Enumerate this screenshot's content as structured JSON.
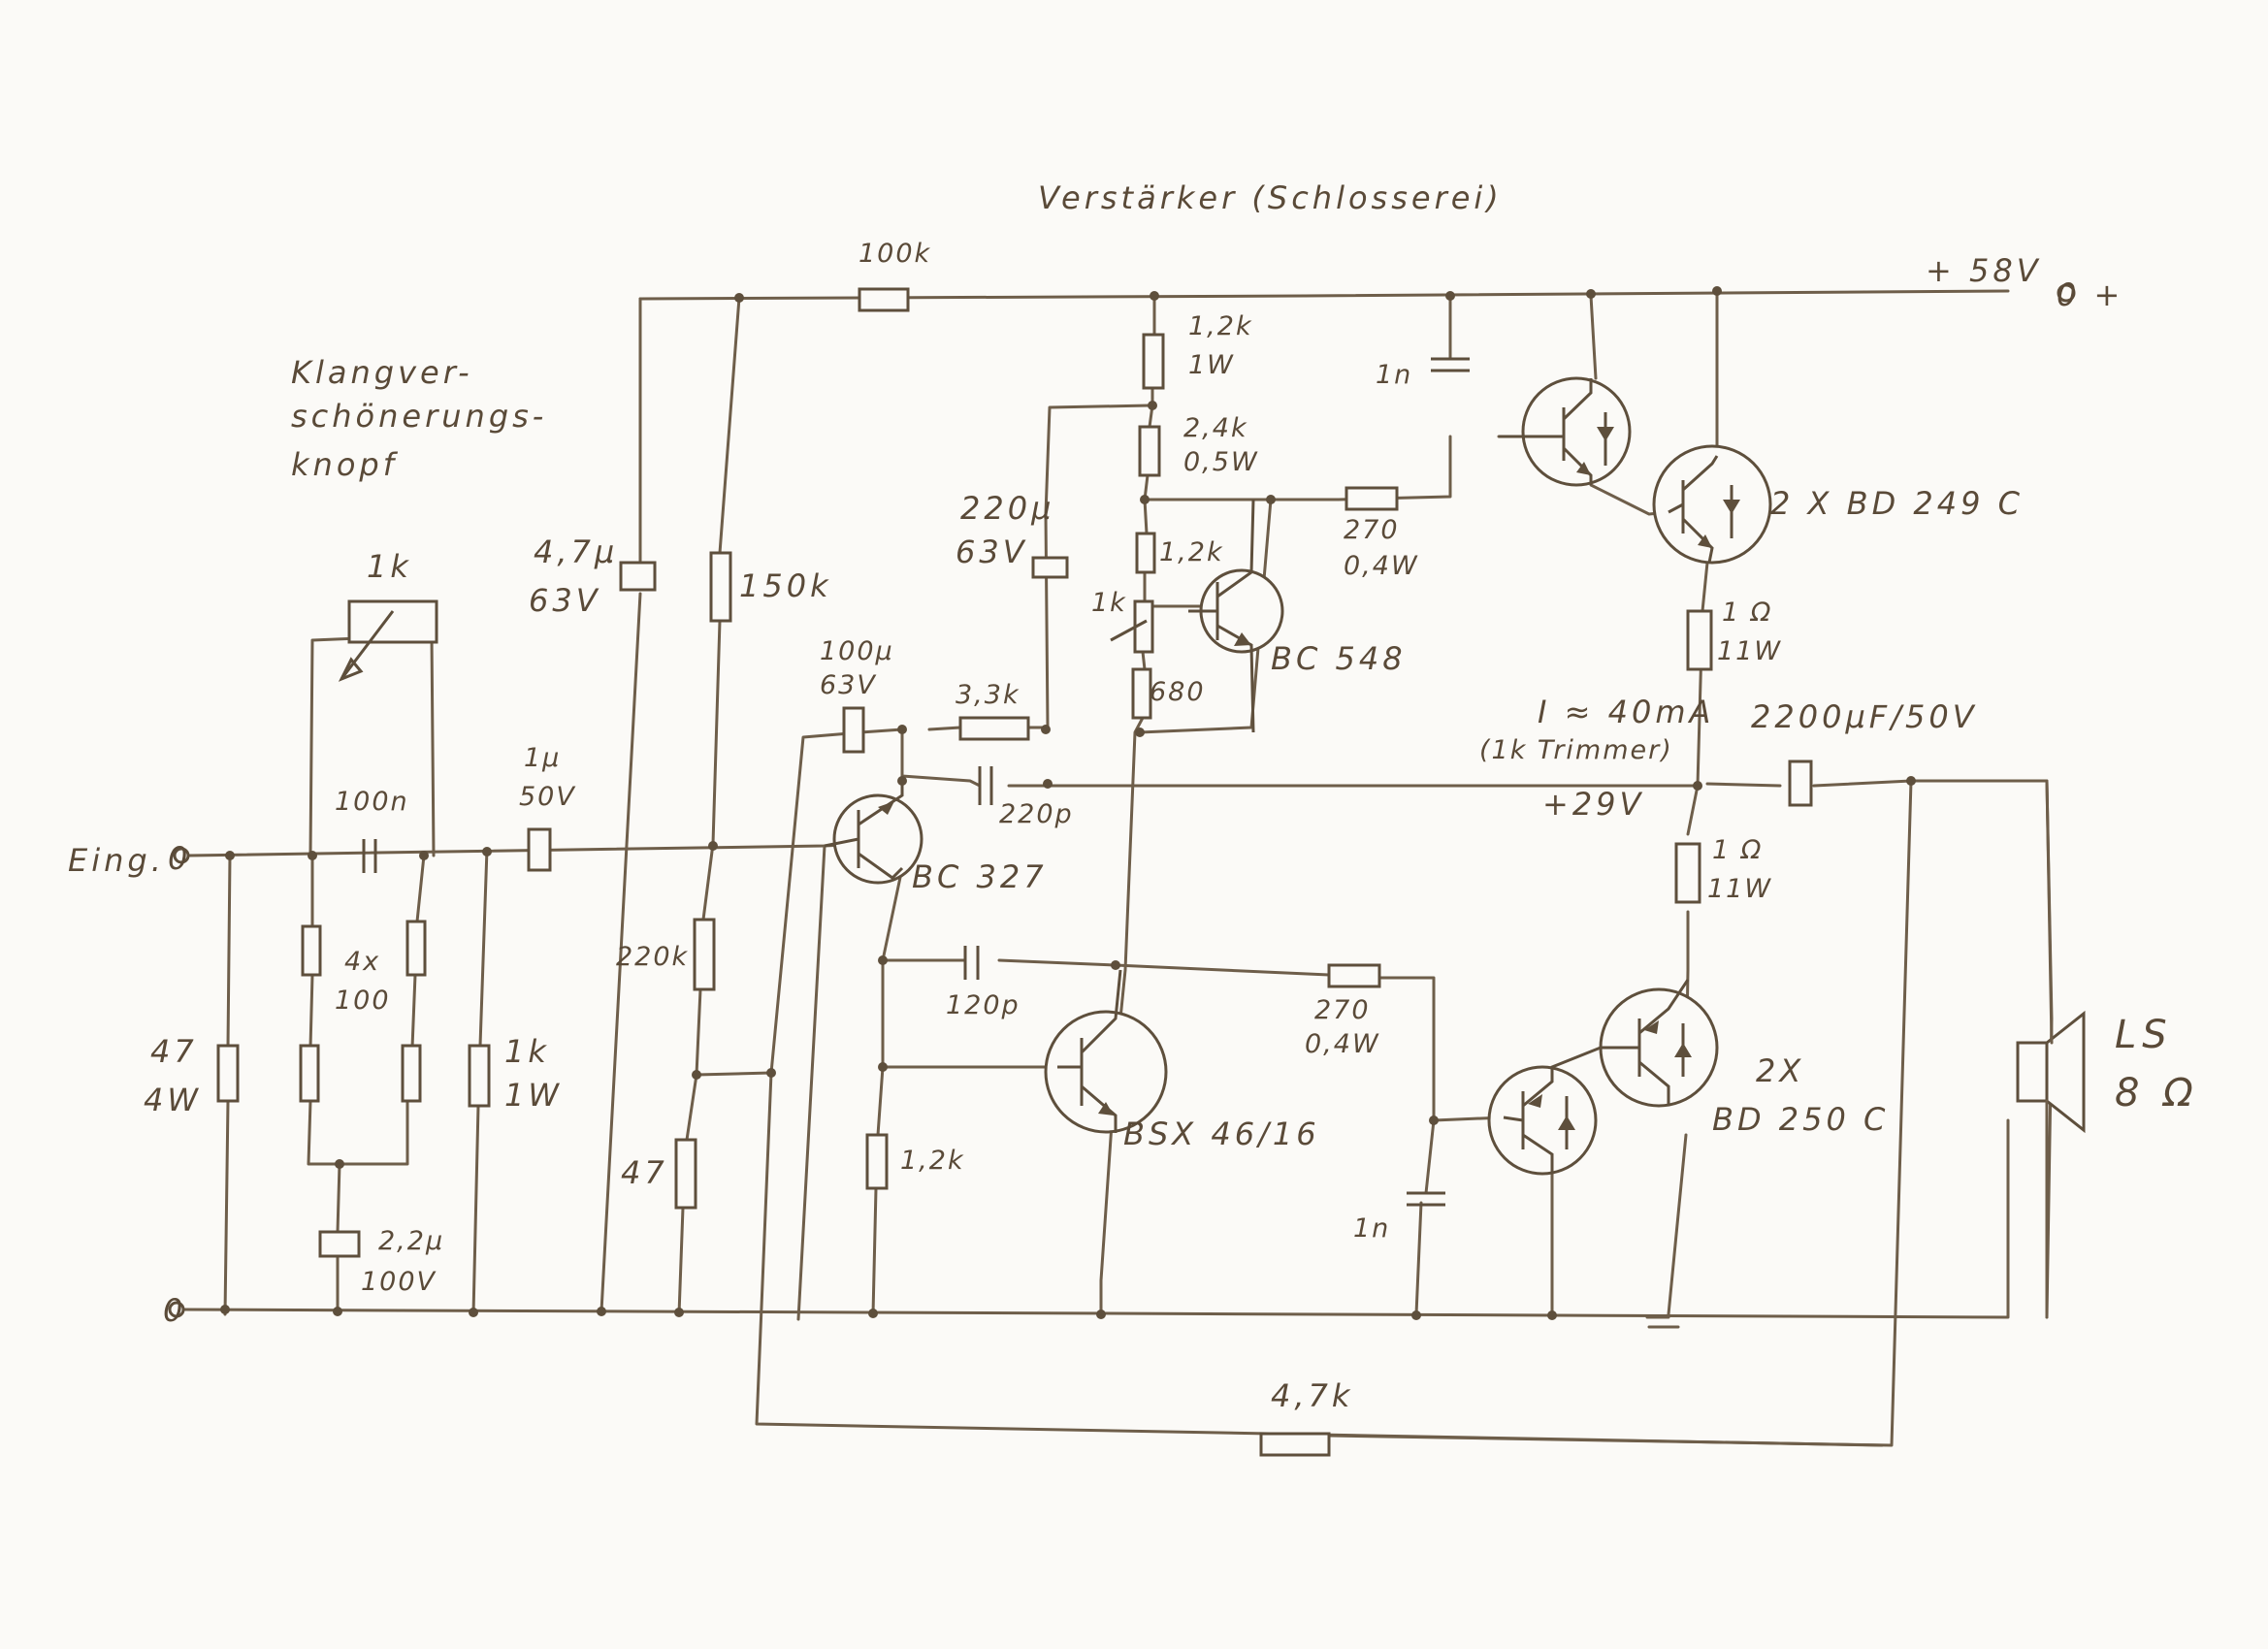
{
  "title": "Verstärker (Schlosserei)",
  "tone_knob_label": [
    "Klangver-",
    "schönerungs-",
    "knopf"
  ],
  "supply": {
    "voltage": "+ 58V",
    "terminal": "0 +"
  },
  "input": {
    "label": "Eing.",
    "terminal": "0",
    "ground": "0"
  },
  "components": {
    "r_100k": "100k",
    "r_1k2_1w": [
      "1,2k",
      "1W"
    ],
    "r_2k4": [
      "2,4k",
      "0,5W"
    ],
    "c_1n_top": "1n",
    "c_220u": [
      "220µ",
      "63V"
    ],
    "r_270_top": [
      "270",
      "0,4W"
    ],
    "r_1k2_small": "1,2k",
    "pot_1k_bias": "1k",
    "r_680": "680",
    "q_bc548": "BC 548",
    "q_bd249": "2 X BD 249 C",
    "pot_1k_tone": "1k",
    "c_4u7": [
      "4,7µ",
      "63V"
    ],
    "r_150k": "150k",
    "c_100u": [
      "100µ",
      "63V"
    ],
    "r_3k3": "3,3k",
    "c_220p": "220p",
    "c_100n": "100n",
    "c_1u": [
      "1µ",
      "50V"
    ],
    "q_bc327": "BC 327",
    "r_4x100": [
      "4x",
      "100"
    ],
    "r_47_4w": [
      "47",
      "4W"
    ],
    "r_1k_1w": [
      "1k",
      "1W"
    ],
    "r_220k": "220k",
    "r_47": "47",
    "c_2u2": [
      "2,2µ",
      "100V"
    ],
    "c_120p": "120p",
    "r_1k2_low": "1,2k",
    "q_bsx": "BSX 46/16",
    "r_270_low": [
      "270",
      "0,4W"
    ],
    "c_1n_low": "1n",
    "r_1ohm_top": [
      "1 Ω",
      "11W"
    ],
    "r_1ohm_low": [
      "1 Ω",
      "11W"
    ],
    "bias_current": [
      "I ≈ 40mA",
      "(1k Trimmer)"
    ],
    "mid_voltage": "+29V",
    "c_2200u": "2200µF/50V",
    "q_bd250": [
      "2X",
      "BD 250 C"
    ],
    "speaker": [
      "LS",
      "8 Ω"
    ],
    "r_4k7": "4,7k"
  }
}
